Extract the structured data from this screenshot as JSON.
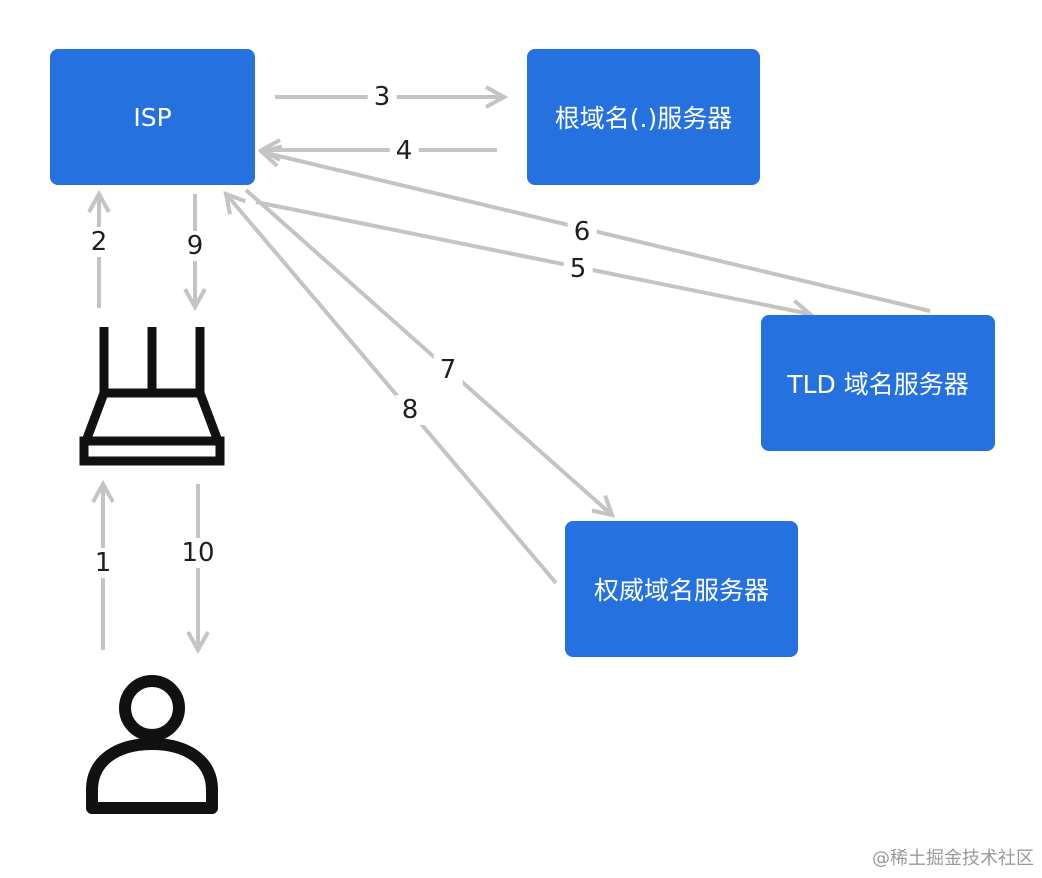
{
  "nodes": {
    "isp": "ISP",
    "root": "根域名(.)服务器",
    "tld": "TLD 域名服务器",
    "authoritative": "权威域名服务器"
  },
  "icons": {
    "router": "router-icon",
    "user": "user-icon"
  },
  "steps": [
    "1",
    "2",
    "3",
    "4",
    "5",
    "6",
    "7",
    "8",
    "9",
    "10"
  ],
  "colors": {
    "node_fill": "#2571e0",
    "node_text": "#ffffff",
    "arrow": "#c4c4c4",
    "icon": "#111111"
  },
  "watermark": "@稀土掘金技术社区"
}
